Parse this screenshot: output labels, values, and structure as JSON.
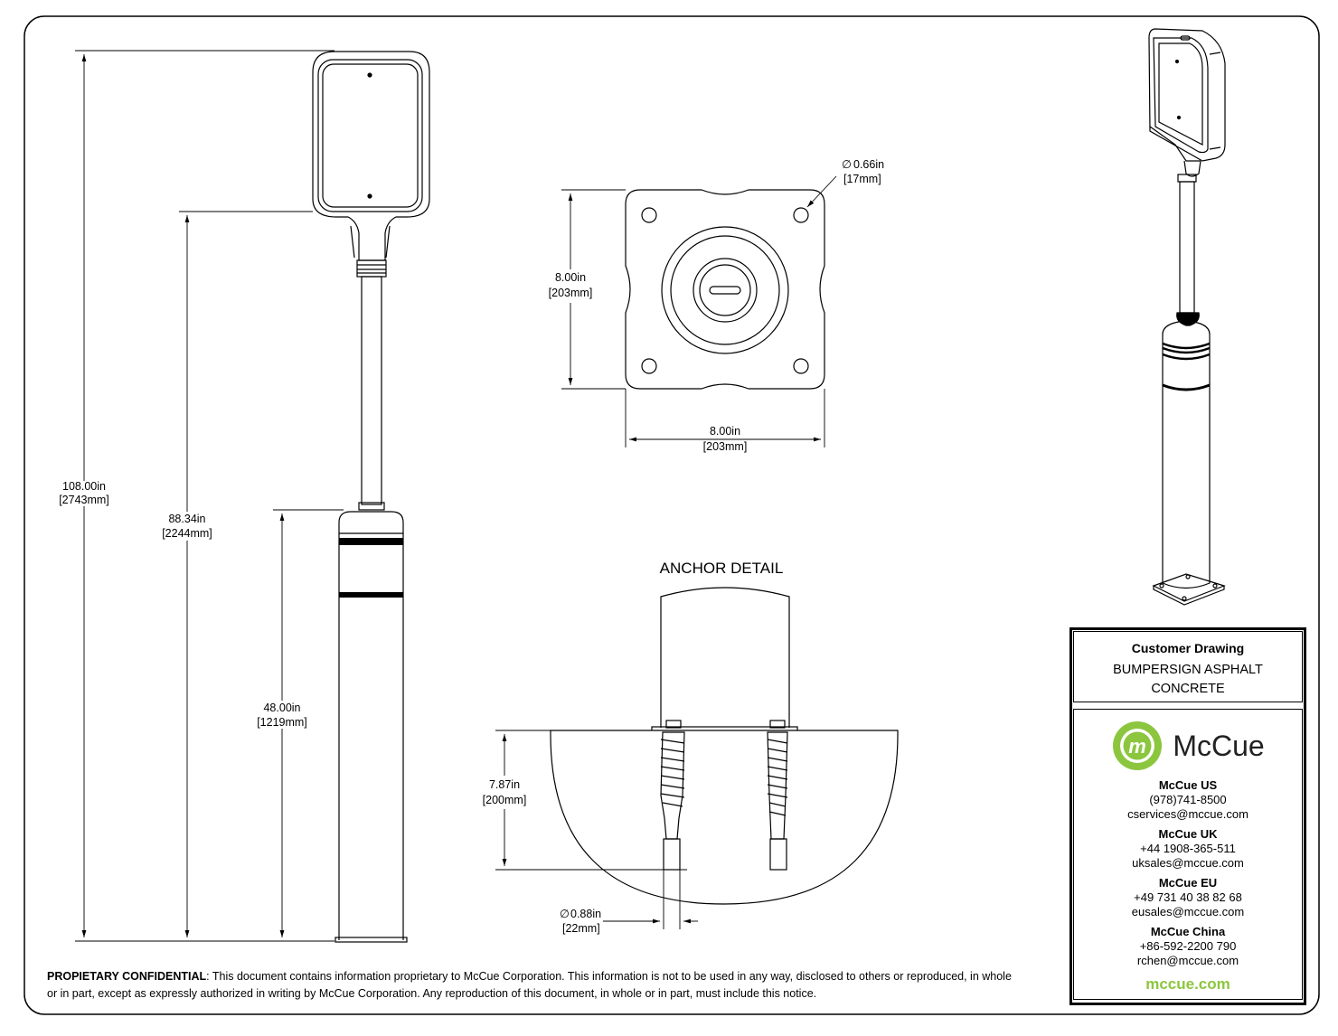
{
  "dimensions": {
    "overall_height": {
      "in": "108.00in",
      "mm": "[2743mm]"
    },
    "sign_bottom_height": {
      "in": "88.34in",
      "mm": "[2244mm]"
    },
    "bollard_height": {
      "in": "48.00in",
      "mm": "[1219mm]"
    },
    "base_height": {
      "in": "8.00in",
      "mm": "[203mm]"
    },
    "base_width": {
      "in": "8.00in",
      "mm": "[203mm]"
    },
    "hole_diameter": {
      "in": "0.66in",
      "mm": "[17mm]"
    },
    "anchor_depth": {
      "in": "7.87in",
      "mm": "[200mm]"
    },
    "anchor_diameter": {
      "in": "0.88in",
      "mm": "[22mm]"
    },
    "diameter_symbol": "∅"
  },
  "anchor_detail_title": "ANCHOR DETAIL",
  "title_block": {
    "heading": "Customer Drawing",
    "description": "BUMPERSIGN ASPHALT CONCRETE",
    "logo_mark": "m",
    "logo_text": "McCue",
    "offices": [
      {
        "name": "McCue US",
        "phone": "(978)741-8500",
        "email": "cservices@mccue.com"
      },
      {
        "name": "McCue UK",
        "phone": "+44 1908-365-511",
        "email": "uksales@mccue.com"
      },
      {
        "name": "McCue EU",
        "phone": "+49 731 40 38 82 68",
        "email": "eusales@mccue.com"
      },
      {
        "name": "McCue China",
        "phone": "+86-592-2200 790",
        "email": "rchen@mccue.com"
      }
    ],
    "website": "mccue.com"
  },
  "notice": {
    "label": "PROPIETARY CONFIDENTIAL",
    "text": ": This document contains information proprietary to McCue Corporation. This information is not to be used in any way, disclosed to others or reproduced, in whole or in part, except as expressly authorized in writing by McCue Corporation. Any reproduction of this document, in whole or in part, must include this notice."
  },
  "colors": {
    "brand_green": "#8cc63f",
    "line": "#000000"
  }
}
